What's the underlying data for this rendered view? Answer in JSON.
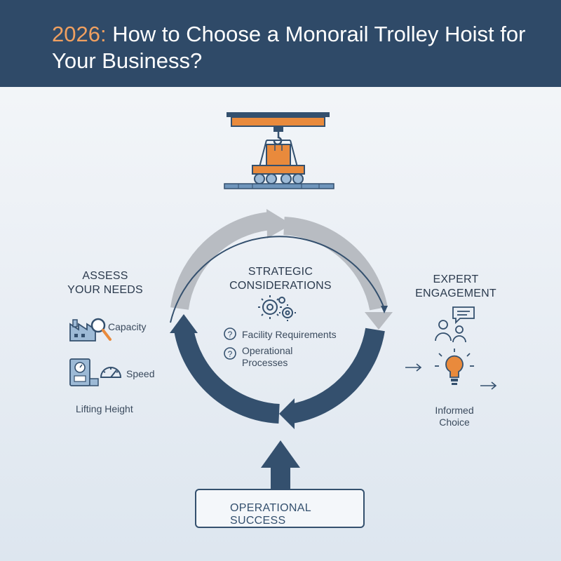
{
  "header": {
    "title_prefix": "2026:",
    "title_rest": " How to Choose a Monorail Trolley Hoist for Your Business?"
  },
  "left": {
    "heading_line1": "ASSESS",
    "heading_line2": "YOUR NEEDS",
    "items": [
      "Capacity",
      "Speed",
      "Lifting Height"
    ]
  },
  "center": {
    "heading_line1": "STRATEGIC",
    "heading_line2": "CONSIDERATIONS",
    "items": [
      "Facility Requirements",
      "Operational",
      "Processes"
    ]
  },
  "right": {
    "heading_line1": "EXPERT",
    "heading_line2": "ENGAGEMENT",
    "outcome_line1": "Informed",
    "outcome_line2": "Choice"
  },
  "footer": {
    "success_label": "OPERATIONAL SUCCESS"
  },
  "colors": {
    "navy": "#2f4a68",
    "accent_orange": "#f0a060",
    "hoist_orange": "#e98a3c",
    "cycle_gray": "#b8bcc2",
    "cycle_navy": "#34506e"
  },
  "icons": [
    "monorail-hoist-icon",
    "factory-magnifier-icon",
    "gauge-meter-icon",
    "speedometer-icon",
    "gears-icon",
    "question-icon",
    "people-chat-icon",
    "lightbulb-icon",
    "checkbox-icon",
    "arrow-right-icon",
    "arrow-up-icon"
  ]
}
